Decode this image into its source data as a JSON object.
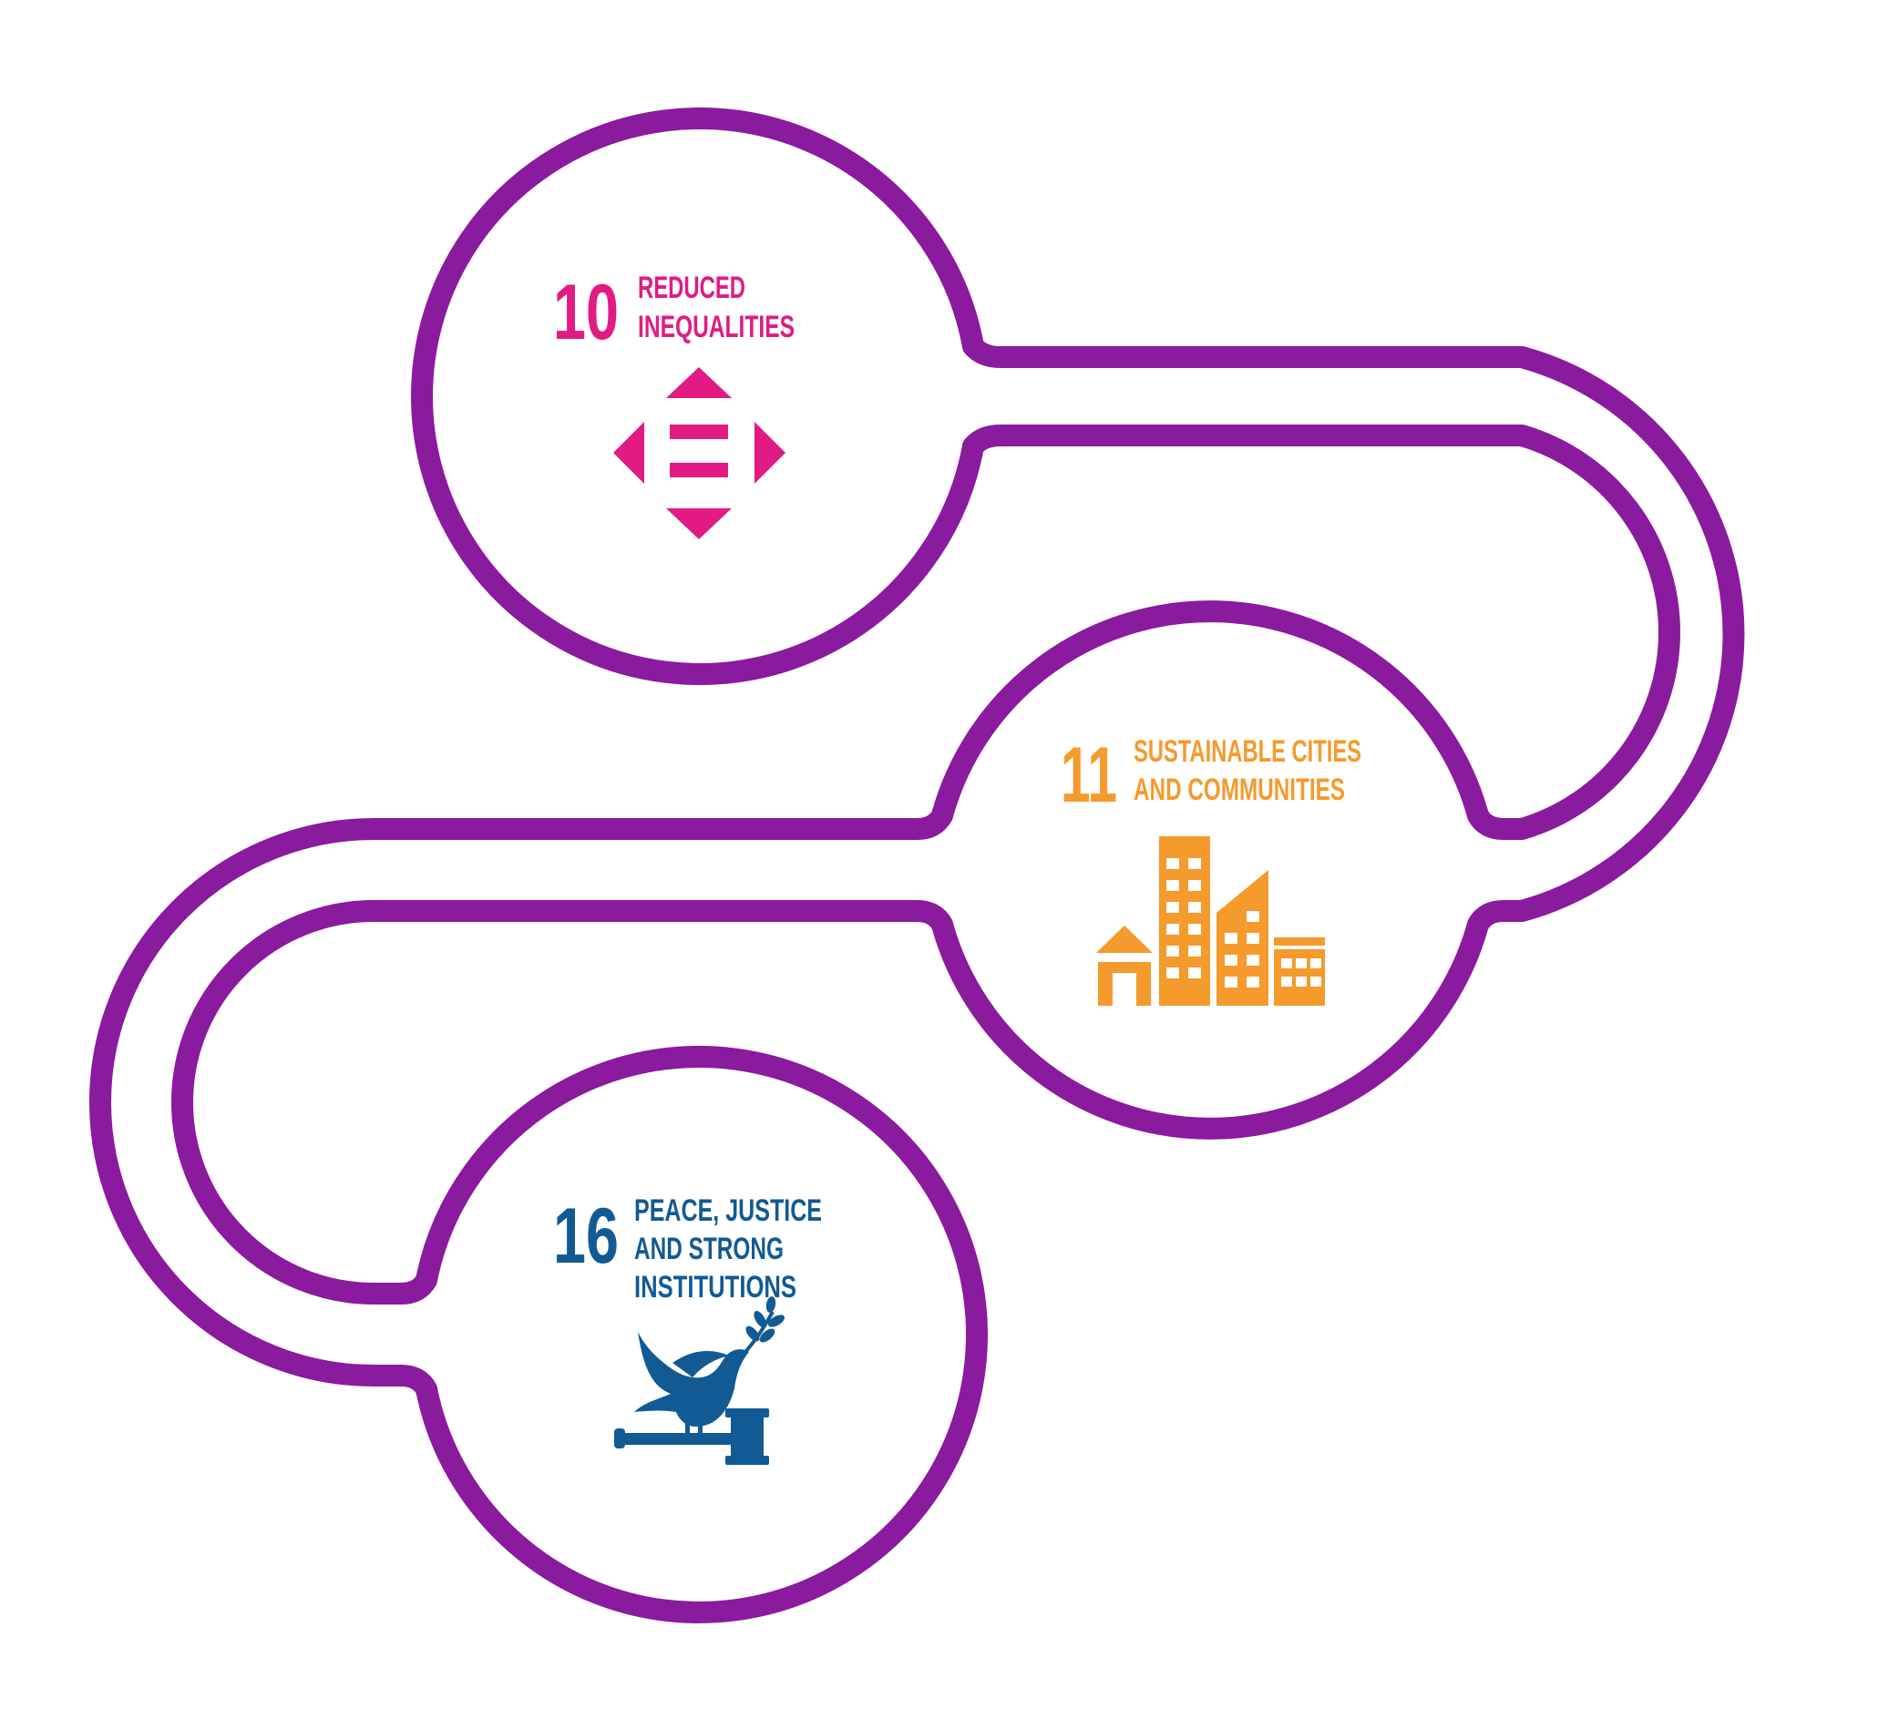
{
  "colors": {
    "path": "#8A1A9E",
    "goal_10": "#E11B83",
    "goal_11": "#F59A2C",
    "goal_16": "#125A93"
  },
  "goals": [
    {
      "number": "10",
      "title_lines": [
        "REDUCED",
        "INEQUALITIES"
      ],
      "icon": "reduced-inequalities-icon"
    },
    {
      "number": "11",
      "title_lines": [
        "SUSTAINABLE CITIES",
        "AND COMMUNITIES"
      ],
      "icon": "sustainable-cities-icon"
    },
    {
      "number": "16",
      "title_lines": [
        "PEACE, JUSTICE",
        "AND STRONG",
        "INSTITUTIONS"
      ],
      "icon": "peace-justice-icon"
    }
  ]
}
